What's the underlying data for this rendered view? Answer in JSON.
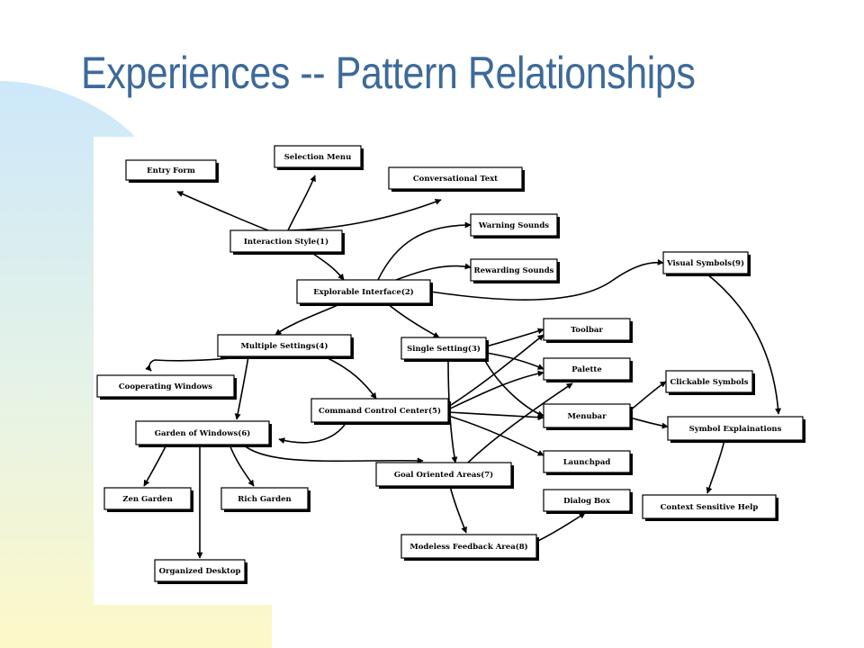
{
  "slide": {
    "title": "Experiences -- Pattern Relationships"
  },
  "diagram": {
    "nodes": [
      {
        "id": "entry-form",
        "label": "Entry Form"
      },
      {
        "id": "selection-menu",
        "label": "Selection Menu"
      },
      {
        "id": "conversational-text",
        "label": "Conversational Text"
      },
      {
        "id": "interaction-style",
        "label": "Interaction Style(1)"
      },
      {
        "id": "warning-sounds",
        "label": "Warning Sounds"
      },
      {
        "id": "rewarding-sounds",
        "label": "Rewarding Sounds"
      },
      {
        "id": "visual-symbols",
        "label": "Visual Symbols(9)"
      },
      {
        "id": "explorable-interface",
        "label": "Explorable Interface(2)"
      },
      {
        "id": "multiple-settings",
        "label": "Multiple Settings(4)"
      },
      {
        "id": "single-setting",
        "label": "Single Setting(3)"
      },
      {
        "id": "toolbar",
        "label": "Toolbar"
      },
      {
        "id": "palette",
        "label": "Palette"
      },
      {
        "id": "cooperating-windows",
        "label": "Cooperating Windows"
      },
      {
        "id": "clickable-symbols",
        "label": "Clickable Symbols"
      },
      {
        "id": "command-control-center",
        "label": "Command Control Center(5)"
      },
      {
        "id": "menubar",
        "label": "Menubar"
      },
      {
        "id": "garden-of-windows",
        "label": "Garden of Windows(6)"
      },
      {
        "id": "symbol-explainations",
        "label": "Symbol Explainations"
      },
      {
        "id": "launchpad",
        "label": "Launchpad"
      },
      {
        "id": "goal-oriented-areas",
        "label": "Goal Oriented Areas(7)"
      },
      {
        "id": "zen-garden",
        "label": "Zen Garden"
      },
      {
        "id": "rich-garden",
        "label": "Rich Garden"
      },
      {
        "id": "dialog-box",
        "label": "Dialog Box"
      },
      {
        "id": "context-sensitive-help",
        "label": "Context Sensitive Help"
      },
      {
        "id": "modeless-feedback-area",
        "label": "Modeless Feedback Area(8)"
      },
      {
        "id": "organized-desktop",
        "label": "Organized Desktop"
      }
    ],
    "edges": [
      {
        "from": "interaction-style",
        "to": "entry-form"
      },
      {
        "from": "interaction-style",
        "to": "selection-menu"
      },
      {
        "from": "interaction-style",
        "to": "conversational-text"
      },
      {
        "from": "interaction-style",
        "to": "explorable-interface"
      },
      {
        "from": "explorable-interface",
        "to": "warning-sounds"
      },
      {
        "from": "explorable-interface",
        "to": "rewarding-sounds"
      },
      {
        "from": "explorable-interface",
        "to": "visual-symbols"
      },
      {
        "from": "explorable-interface",
        "to": "multiple-settings"
      },
      {
        "from": "explorable-interface",
        "to": "single-setting"
      },
      {
        "from": "multiple-settings",
        "to": "cooperating-windows"
      },
      {
        "from": "multiple-settings",
        "to": "garden-of-windows"
      },
      {
        "from": "multiple-settings",
        "to": "command-control-center"
      },
      {
        "from": "single-setting",
        "to": "toolbar"
      },
      {
        "from": "single-setting",
        "to": "palette"
      },
      {
        "from": "single-setting",
        "to": "menubar"
      },
      {
        "from": "single-setting",
        "to": "goal-oriented-areas"
      },
      {
        "from": "command-control-center",
        "to": "toolbar"
      },
      {
        "from": "command-control-center",
        "to": "palette"
      },
      {
        "from": "command-control-center",
        "to": "menubar"
      },
      {
        "from": "command-control-center",
        "to": "launchpad"
      },
      {
        "from": "command-control-center",
        "to": "garden-of-windows"
      },
      {
        "from": "goal-oriented-areas",
        "to": "palette"
      },
      {
        "from": "goal-oriented-areas",
        "to": "modeless-feedback-area"
      },
      {
        "from": "garden-of-windows",
        "to": "zen-garden"
      },
      {
        "from": "garden-of-windows",
        "to": "rich-garden"
      },
      {
        "from": "garden-of-windows",
        "to": "organized-desktop"
      },
      {
        "from": "garden-of-windows",
        "to": "goal-oriented-areas"
      },
      {
        "from": "modeless-feedback-area",
        "to": "dialog-box"
      },
      {
        "from": "menubar",
        "to": "clickable-symbols"
      },
      {
        "from": "menubar",
        "to": "symbol-explainations"
      },
      {
        "from": "visual-symbols",
        "to": "symbol-explainations"
      },
      {
        "from": "symbol-explainations",
        "to": "context-sensitive-help"
      }
    ]
  }
}
